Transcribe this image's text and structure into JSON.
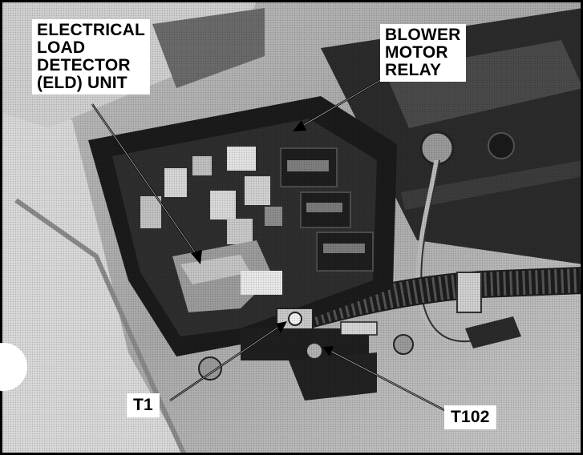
{
  "labels": {
    "eld_unit": "ELECTRICAL\nLOAD\nDETECTOR\n(ELD) UNIT",
    "blower_motor_relay": "BLOWER\nMOTOR\nRELAY",
    "t1": "T1",
    "t102": "T102"
  },
  "colors": {
    "frame": "#000000",
    "label_background": "#ffffff",
    "label_text": "#000000"
  }
}
